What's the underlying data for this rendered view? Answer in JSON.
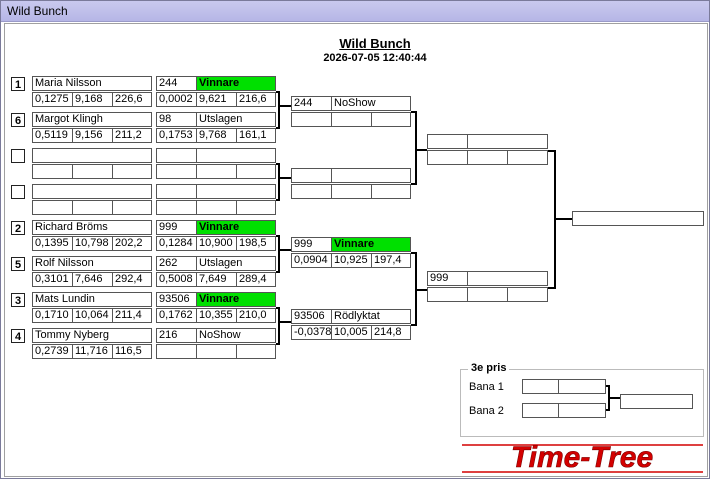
{
  "window": {
    "title": "Wild Bunch"
  },
  "header": {
    "title": "Wild Bunch",
    "datetime": "2026-07-05 12:40:44"
  },
  "round1": [
    {
      "seed": "1",
      "name": "Maria Nilsson",
      "rt": "0,1275",
      "et": "9,168",
      "spd": "226,6",
      "num": "244",
      "status": "Vinnare",
      "winner": true,
      "r2": "0,0002",
      "et2": "9,621",
      "spd2": "216,6"
    },
    {
      "seed": "6",
      "name": "Margot Klingh",
      "rt": "0,5119",
      "et": "9,156",
      "spd": "211,2",
      "num": "98",
      "status": "Utslagen",
      "winner": false,
      "r2": "0,1753",
      "et2": "9,768",
      "spd2": "161,1"
    },
    {
      "seed": "",
      "name": "",
      "rt": "",
      "et": "",
      "spd": "",
      "num": "",
      "status": "",
      "winner": false,
      "r2": "",
      "et2": "",
      "spd2": ""
    },
    {
      "seed": "",
      "name": "",
      "rt": "",
      "et": "",
      "spd": "",
      "num": "",
      "status": "",
      "winner": false,
      "r2": "",
      "et2": "",
      "spd2": ""
    },
    {
      "seed": "2",
      "name": "Richard Bröms",
      "rt": "0,1395",
      "et": "10,798",
      "spd": "202,2",
      "num": "999",
      "status": "Vinnare",
      "winner": true,
      "r2": "0,1284",
      "et2": "10,900",
      "spd2": "198,5"
    },
    {
      "seed": "5",
      "name": "Rolf Nilsson",
      "rt": "0,3101",
      "et": "7,646",
      "spd": "292,4",
      "num": "262",
      "status": "Utslagen",
      "winner": false,
      "r2": "0,5008",
      "et2": "7,649",
      "spd2": "289,4"
    },
    {
      "seed": "3",
      "name": "Mats Lundin",
      "rt": "0,1710",
      "et": "10,064",
      "spd": "211,4",
      "num": "93506",
      "status": "Vinnare",
      "winner": true,
      "r2": "0,1762",
      "et2": "10,355",
      "spd2": "210,0"
    },
    {
      "seed": "4",
      "name": "Tommy Nyberg",
      "rt": "0,2739",
      "et": "11,716",
      "spd": "116,5",
      "num": "216",
      "status": "NoShow",
      "winner": false,
      "r2": "",
      "et2": "",
      "spd2": ""
    }
  ],
  "round2": [
    {
      "num": "244",
      "status": "NoShow",
      "winner": false,
      "rt": "",
      "et": "",
      "spd": ""
    },
    {
      "num": "",
      "status": "",
      "winner": false,
      "rt": "",
      "et": "",
      "spd": ""
    },
    {
      "num": "999",
      "status": "Vinnare",
      "winner": true,
      "rt": "0,0904",
      "et": "10,925",
      "spd": "197,4"
    },
    {
      "num": "93506",
      "status": "Rödlyktat",
      "winner": false,
      "rt": "-0,0378",
      "et": "10,005",
      "spd": "214,8"
    }
  ],
  "round3": [
    {
      "num": "",
      "status": ""
    },
    {
      "num": "999",
      "status": ""
    }
  ],
  "final": {
    "num": ""
  },
  "third": {
    "title": "3e pris",
    "lane1": "Bana 1",
    "lane2": "Bana 2"
  },
  "logo": {
    "text": "Time-Tree",
    "color": "#d40000"
  }
}
